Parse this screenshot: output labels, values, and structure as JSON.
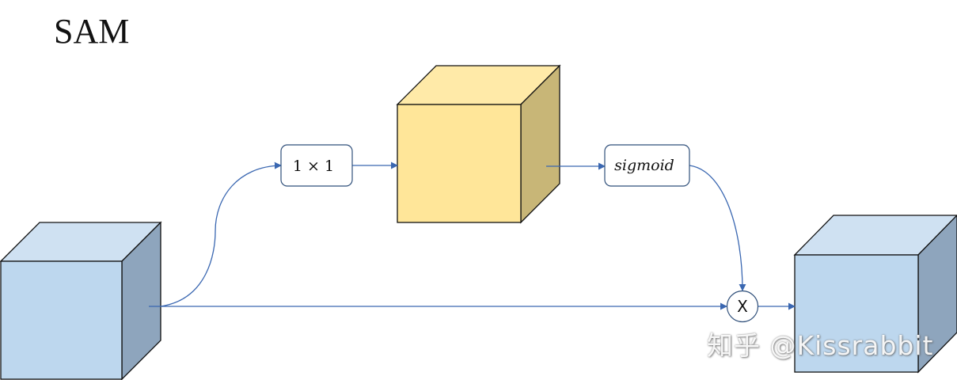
{
  "title": "SAM",
  "ops": {
    "conv": "1 × 1",
    "sigmoid": "sigmoid",
    "multiply": "X"
  },
  "watermark": "知乎 @Kissrabbit",
  "colors": {
    "input_cube_front": "#bdd7ee",
    "input_cube_top": "#cfe1f2",
    "input_cube_side": "#8ea5bd",
    "attention_cube_front": "#ffe699",
    "attention_cube_top": "#ffeaa8",
    "attention_cube_side": "#c8b677",
    "arrow": "#3a67b1"
  }
}
